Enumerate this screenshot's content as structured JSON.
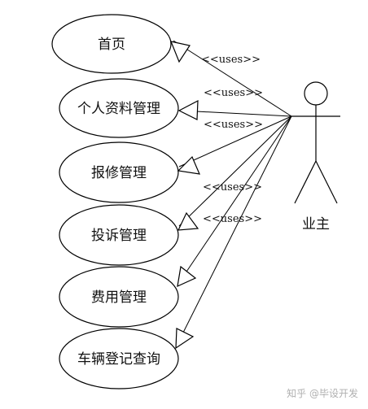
{
  "diagram": {
    "actor": {
      "label": "业主"
    },
    "stereotype": "<<uses>>",
    "use_cases": [
      {
        "id": "uc-home",
        "label": "首页"
      },
      {
        "id": "uc-profile",
        "label": "个人资料管理"
      },
      {
        "id": "uc-repair",
        "label": "报修管理"
      },
      {
        "id": "uc-complaint",
        "label": "投诉管理"
      },
      {
        "id": "uc-fee",
        "label": "费用管理"
      },
      {
        "id": "uc-vehicle",
        "label": "车辆登记查询"
      }
    ]
  },
  "watermark": {
    "text": "知乎 @毕设开发"
  }
}
